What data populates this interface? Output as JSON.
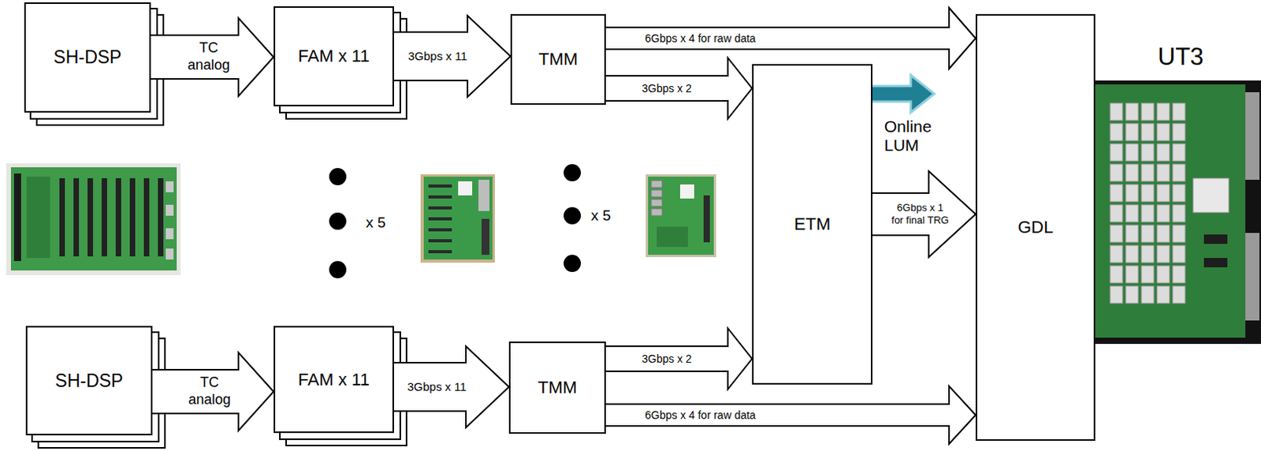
{
  "diagram": {
    "nodes": [
      {
        "text": [
          "SH-DSP"
        ]
      },
      {
        "text": [
          "FAM x 11"
        ]
      },
      {
        "text": [
          "TMM"
        ]
      },
      {
        "text": [
          "ETM"
        ]
      },
      {
        "text": [
          "GDL"
        ]
      },
      {
        "text": [
          "SH-DSP"
        ]
      },
      {
        "text": [
          "FAM x 11"
        ]
      },
      {
        "text": [
          "TMM"
        ]
      }
    ],
    "edges": [
      {
        "from": 0,
        "to": 1,
        "label": "TC analog",
        "arrow": "to"
      },
      {
        "from": 1,
        "to": 2,
        "label": "3Gbps x 11",
        "arrow": "to"
      },
      {
        "from": 2,
        "to": 4,
        "label": "6Gbps x 4 for raw data",
        "arrow": "to"
      },
      {
        "from": 2,
        "to": 3,
        "label": "3Gbps x 2",
        "arrow": "to"
      },
      {
        "from": 3,
        "to": 4,
        "label": "6Gbps x 1 for final TRG",
        "arrow": "to"
      },
      {
        "from": 5,
        "to": 6,
        "label": "TC analog",
        "arrow": "to"
      },
      {
        "from": 6,
        "to": 7,
        "label": "3Gbps x 11",
        "arrow": "to"
      },
      {
        "from": 7,
        "to": 3,
        "label": "3Gbps x 2",
        "arrow": "to"
      },
      {
        "from": 7,
        "to": 4,
        "label": "6Gbps x 4 for raw data",
        "arrow": "to"
      }
    ],
    "labels": [
      "UT3",
      "Online LUM",
      "x 5",
      "x 5"
    ]
  }
}
